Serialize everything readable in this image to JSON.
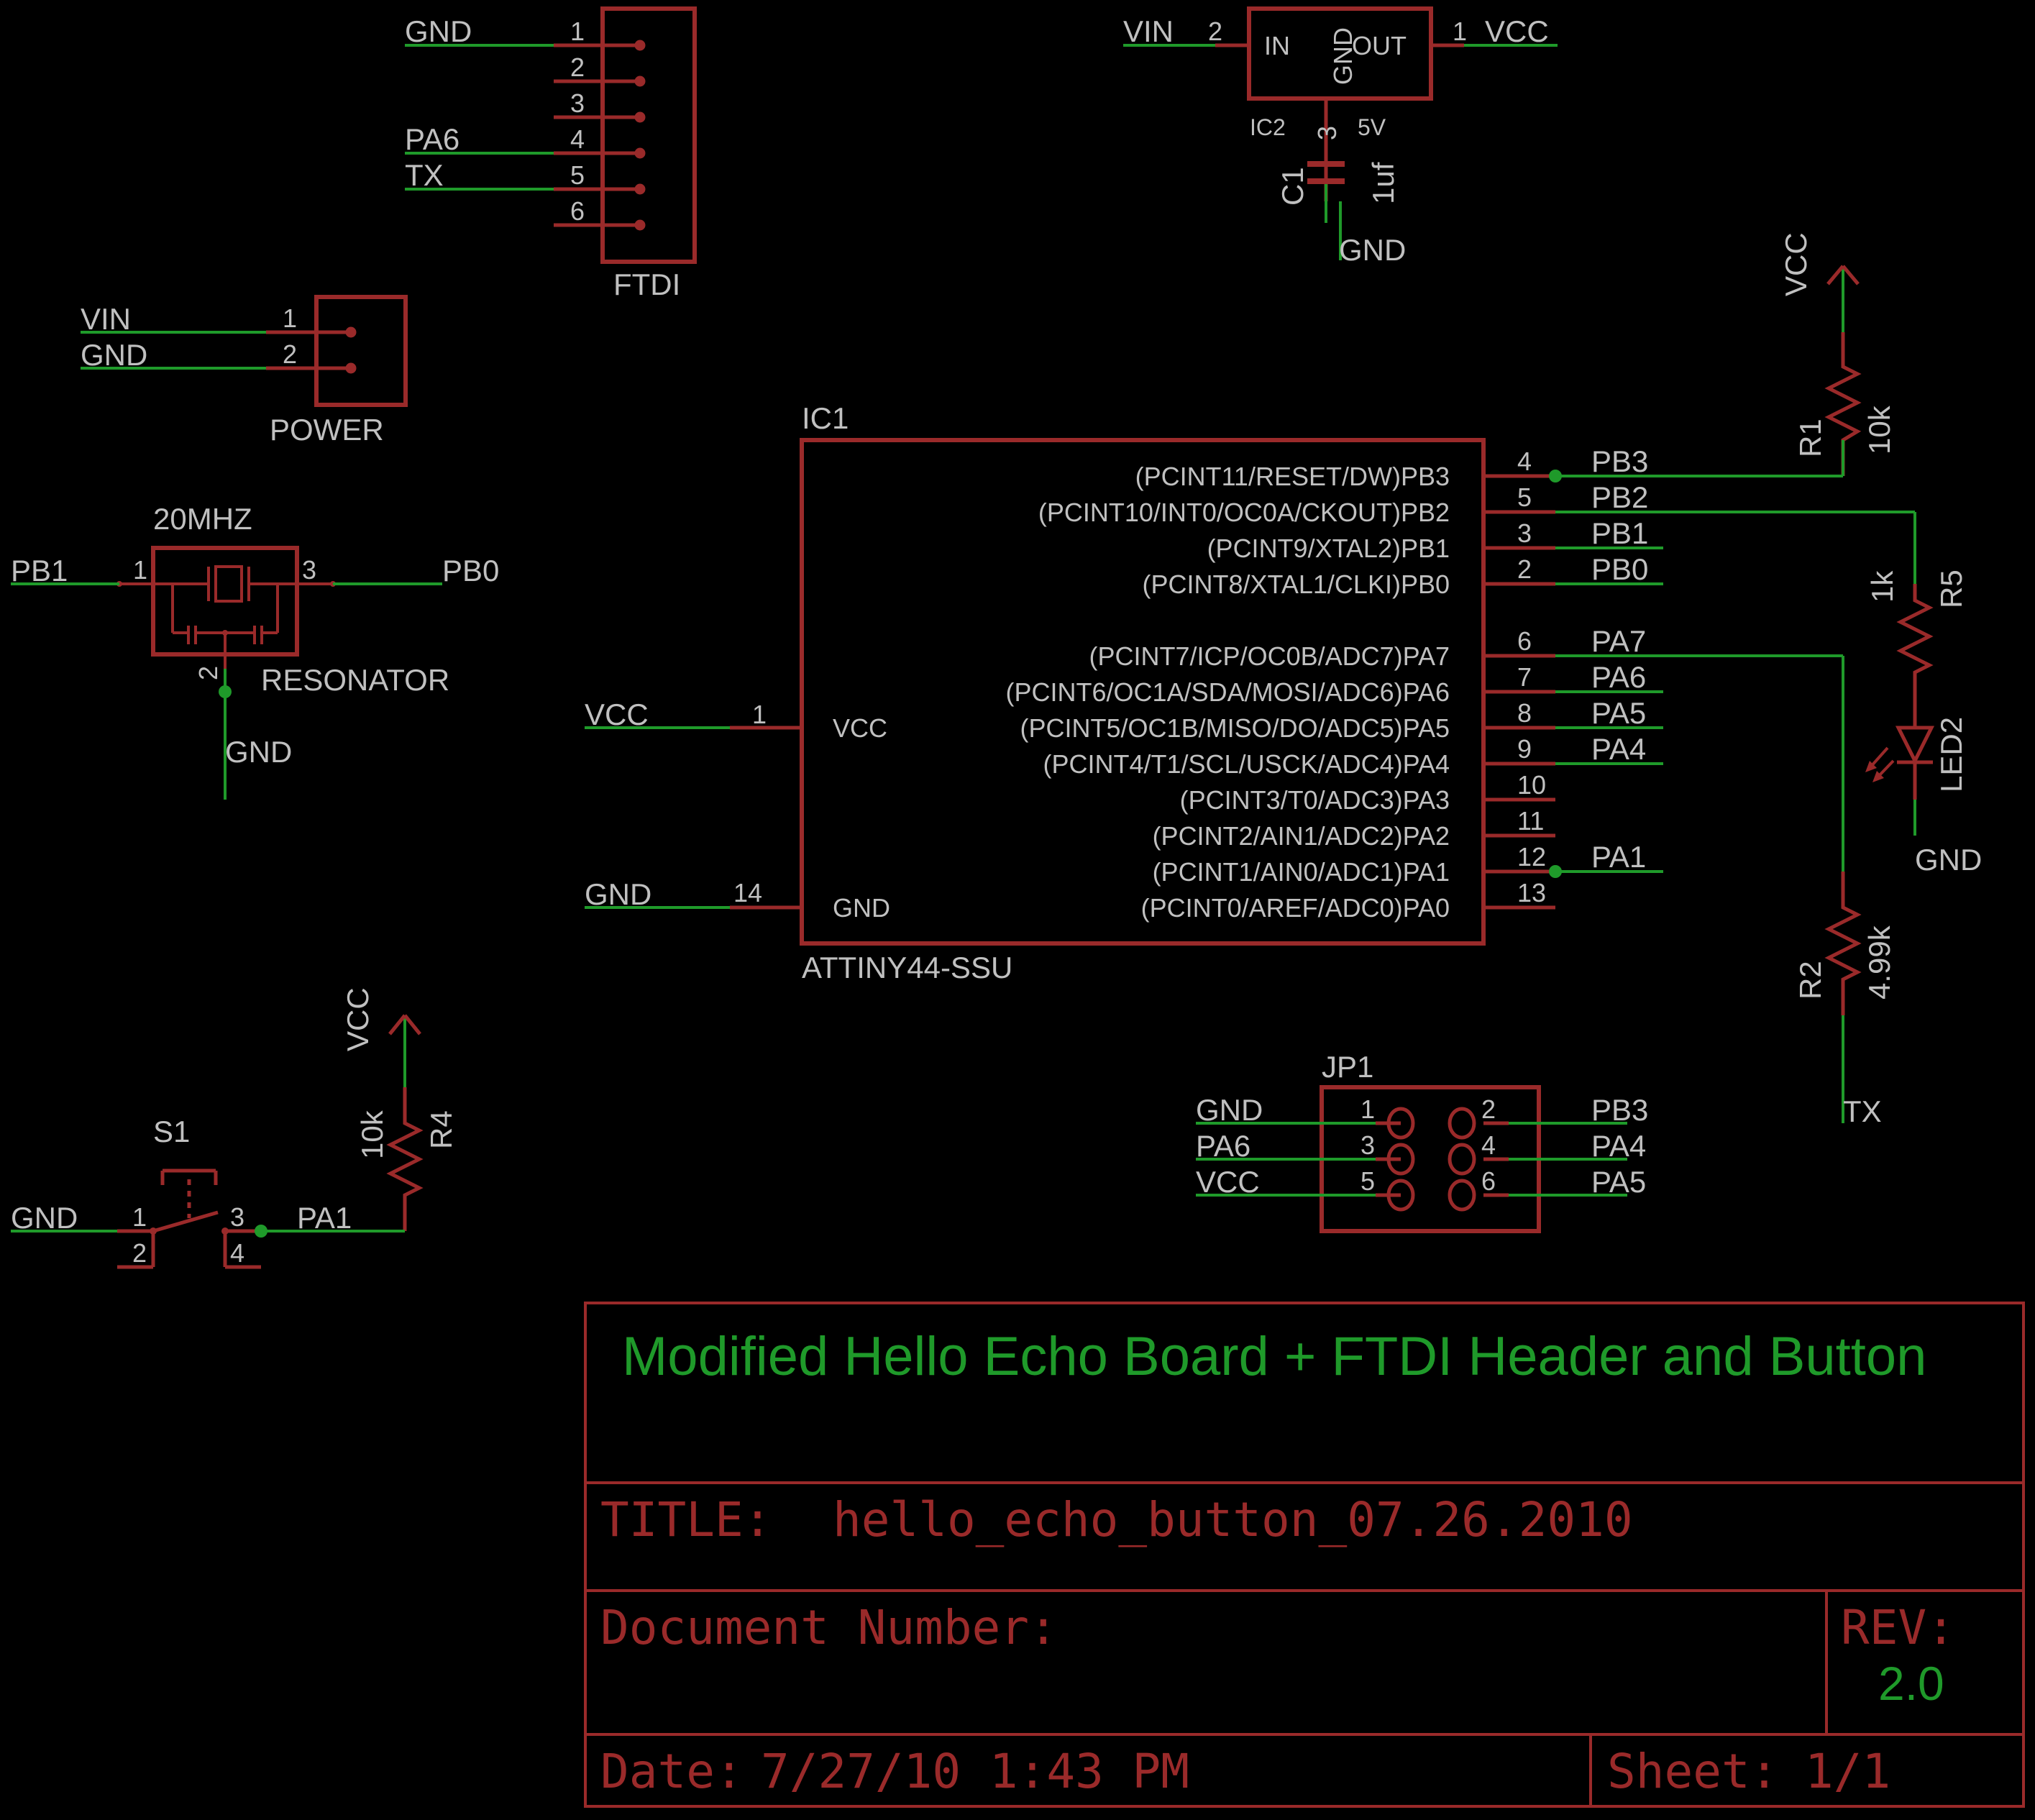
{
  "colors": {
    "background": "#000000",
    "wire": "#1f9a2a",
    "part": "#9a2a2a",
    "text": "#c0c0c0",
    "junction": "#1f9a2a"
  },
  "ftdi": {
    "name": "FTDI",
    "pins": [
      "1",
      "2",
      "3",
      "4",
      "5",
      "6"
    ],
    "nets": [
      "GND",
      "PA6",
      "TX"
    ]
  },
  "regulator": {
    "name": "IC2",
    "value": "5V",
    "in_label": "IN",
    "out_label": "OUT",
    "gnd_label": "GND",
    "pin_in": "2",
    "pin_out": "1",
    "pin_gnd": "3",
    "net_in": "VIN",
    "net_out": "VCC"
  },
  "cap": {
    "name": "C1",
    "value": "1uf",
    "net": "GND"
  },
  "power": {
    "name": "POWER",
    "pins": [
      "1",
      "2"
    ],
    "nets": [
      "VIN",
      "GND"
    ]
  },
  "resonator": {
    "name": "RESONATOR",
    "value": "20MHZ",
    "pins": [
      "1",
      "3",
      "2"
    ],
    "nets": [
      "PB1",
      "PB0",
      "GND"
    ]
  },
  "ic1": {
    "name": "IC1",
    "value": "ATTINY44-SSU",
    "vcc_label": "VCC",
    "gnd_label": "GND",
    "vcc_pin": "1",
    "gnd_pin": "14",
    "vcc_net": "VCC",
    "gnd_net": "GND",
    "right_pins": [
      {
        "func": "(PCINT11/RESET/DW)PB3",
        "num": "4",
        "net": "PB3"
      },
      {
        "func": "(PCINT10/INT0/OC0A/CKOUT)PB2",
        "num": "5",
        "net": "PB2"
      },
      {
        "func": "(PCINT9/XTAL2)PB1",
        "num": "3",
        "net": "PB1"
      },
      {
        "func": "(PCINT8/XTAL1/CLKI)PB0",
        "num": "2",
        "net": "PB0"
      },
      {
        "func": "(PCINT7/ICP/OC0B/ADC7)PA7",
        "num": "6",
        "net": "PA7"
      },
      {
        "func": "(PCINT6/OC1A/SDA/MOSI/ADC6)PA6",
        "num": "7",
        "net": "PA6"
      },
      {
        "func": "(PCINT5/OC1B/MISO/DO/ADC5)PA5",
        "num": "8",
        "net": "PA5"
      },
      {
        "func": "(PCINT4/T1/SCL/USCK/ADC4)PA4",
        "num": "9",
        "net": "PA4"
      },
      {
        "func": "(PCINT3/T0/ADC3)PA3",
        "num": "10",
        "net": ""
      },
      {
        "func": "(PCINT2/AIN1/ADC2)PA2",
        "num": "11",
        "net": ""
      },
      {
        "func": "(PCINT1/AIN0/ADC1)PA1",
        "num": "12",
        "net": "PA1"
      },
      {
        "func": "(PCINT0/AREF/ADC0)PA0",
        "num": "13",
        "net": ""
      }
    ]
  },
  "r1": {
    "name": "R1",
    "value": "10k",
    "net": "VCC"
  },
  "r5": {
    "name": "R5",
    "value": "1k"
  },
  "led2": {
    "name": "LED2",
    "net": "GND"
  },
  "r2": {
    "name": "R2",
    "value": "4.99k",
    "net": "TX"
  },
  "r4": {
    "name": "R4",
    "value": "10k",
    "net": "VCC"
  },
  "s1": {
    "name": "S1",
    "pins": [
      "1",
      "2",
      "3",
      "4"
    ],
    "nets": [
      "GND",
      "PA1"
    ]
  },
  "jp1": {
    "name": "JP1",
    "left_pins": [
      "1",
      "3",
      "5"
    ],
    "right_pins": [
      "2",
      "4",
      "6"
    ],
    "left_nets": [
      "GND",
      "PA6",
      "VCC"
    ],
    "right_nets": [
      "PB3",
      "PA4",
      "PA5"
    ]
  },
  "title_block": {
    "description": "Modified Hello Echo Board + FTDI Header and Button",
    "title_label": "TITLE:",
    "title_value": "hello_echo_button_07.26.2010",
    "docnum_label": "Document Number:",
    "rev_label": "REV:",
    "rev_value": "2.0",
    "date_label": "Date:",
    "date_value": "7/27/10 1:43 PM",
    "sheet_label": "Sheet:",
    "sheet_value": "1/1"
  }
}
